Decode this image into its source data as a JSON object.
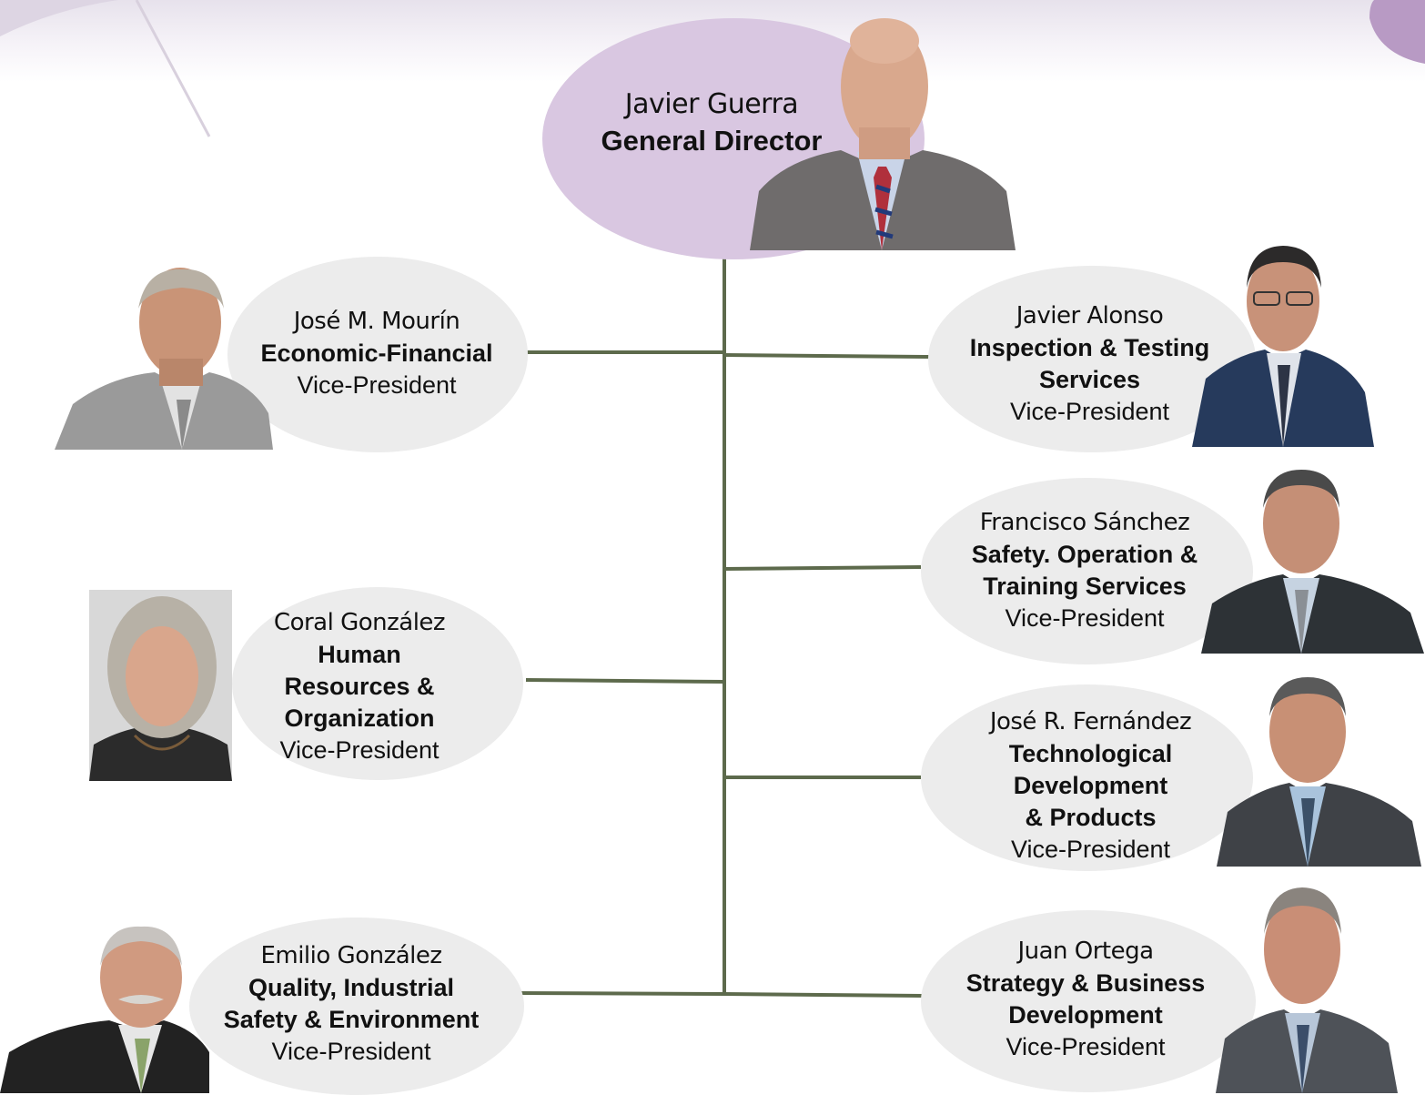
{
  "colors": {
    "connector": "#5d6a4c",
    "top_ellipse": "#d9c7e1",
    "node_ellipse": "#ececec",
    "band": "#e7e2ec"
  },
  "top": {
    "name": "Javier Guerra",
    "role": "General Director"
  },
  "nodes": {
    "mourin": {
      "name": "José M. Mourín",
      "role": "Economic-Financial",
      "title": "Vice-President"
    },
    "alonso": {
      "name": "Javier Alonso",
      "role": "Inspection  & Testing\nServices",
      "title": "Vice-President"
    },
    "sanchez": {
      "name": "Francisco Sánchez",
      "role": "Safety. Operation &\nTraining Services",
      "title": "Vice-President"
    },
    "coral": {
      "name": "Coral González",
      "role": "Human\nResources &\nOrganization",
      "title": "Vice-President"
    },
    "fernandez": {
      "name": "José R. Fernández",
      "role": "Technological\nDevelopment\n & Products",
      "title": "Vice-President"
    },
    "emilio": {
      "name": "Emilio González",
      "role": "Quality, Industrial\nSafety & Environment",
      "title": "Vice-President"
    },
    "ortega": {
      "name": "Juan Ortega",
      "role": "Strategy & Business\nDevelopment",
      "title": "Vice-President"
    }
  }
}
